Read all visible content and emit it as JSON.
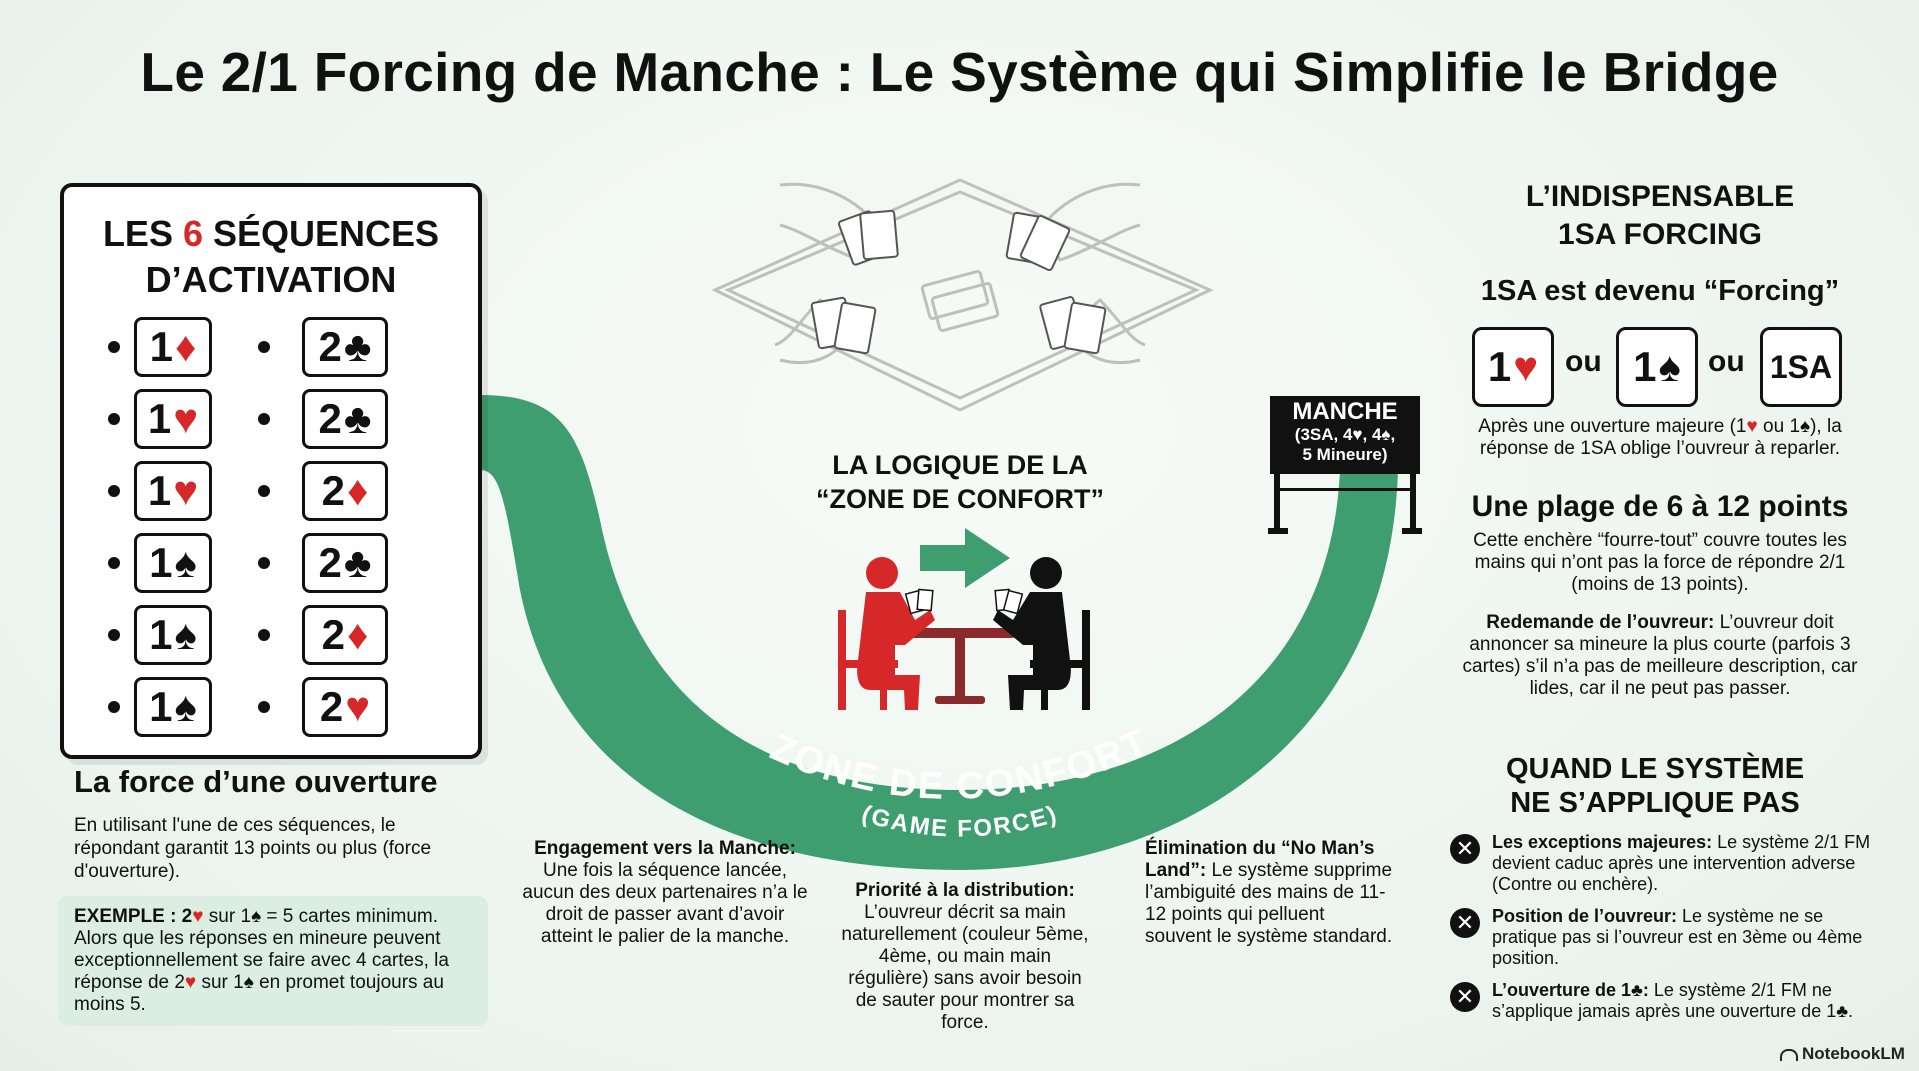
{
  "title": "Le 2/1 Forcing de Manche : Le Système qui Simplifie le Bridge",
  "left_card": {
    "title_prefix": "LES ",
    "title_number": "6",
    "title_suffix": " SÉQUENCES",
    "title_line2": "D’ACTIVATION",
    "sequences": [
      {
        "opening_level": "1",
        "opening_suit": "♦",
        "opening_color": "red",
        "response_level": "2",
        "response_suit": "♣",
        "response_color": "black"
      },
      {
        "opening_level": "1",
        "opening_suit": "♥",
        "opening_color": "red",
        "response_level": "2",
        "response_suit": "♣",
        "response_color": "black"
      },
      {
        "opening_level": "1",
        "opening_suit": "♥",
        "opening_color": "red",
        "response_level": "2",
        "response_suit": "♦",
        "response_color": "red"
      },
      {
        "opening_level": "1",
        "opening_suit": "♠",
        "opening_color": "black",
        "response_level": "2",
        "response_suit": "♣",
        "response_color": "black"
      },
      {
        "opening_level": "1",
        "opening_suit": "♠",
        "opening_color": "black",
        "response_level": "2",
        "response_suit": "♦",
        "response_color": "red"
      },
      {
        "opening_level": "1",
        "opening_suit": "♠",
        "opening_color": "black",
        "response_level": "2",
        "response_suit": "♥",
        "response_color": "red"
      }
    ]
  },
  "force": {
    "heading": "La force d’une ouverture",
    "text": "En utilisant l'une de ces séquences, le répondant garantit 13 points ou plus (force d'ouverture).",
    "example_label": "EXEMPLE : 2",
    "example_mid": " sur 1",
    "example_tail": " = 5 cartes minimum.",
    "example_line2": "Alors que les réponses en mineure peuvent exceptionnellement se faire avec 4 cartes, la réponse de 2",
    "example_mid2": " sur 1",
    "example_end": " en promet toujours au moins 5."
  },
  "center": {
    "logic_title_1": "LA LOGIQUE DE LA",
    "logic_title_2": "“ZONE DE CONFORT”",
    "zone_main": "ZONE DE CONFORT",
    "zone_sub": "(GAME FORCE)",
    "manche_sign_title": "MANCHE",
    "manche_sign_line2": "(3SA, 4♥, 4♠,",
    "manche_sign_line3": "5 Mineure)",
    "col1_bold": "Engagement vers la Manche:",
    "col1_text": "Une fois la séquence lancée, aucun des deux partenaires n’a le droit de passer avant d’avoir atteint le palier de la manche.",
    "col2_bold": "Priorité à la distribution:",
    "col2_text": "L’ouvreur décrit sa main naturellement (couleur 5ème, 4ème, ou main main régulière) sans avoir besoin de sauter pour montrer sa force.",
    "col3_bold": "Élimination du “No Man’s Land”:",
    "col3_text": "Le système supprime l’ambiguité des mains de 11-12 points qui pelluent souvent le système standard."
  },
  "right": {
    "heading_1": "L’INDISPENSABLE",
    "heading_2": "1SA FORCING",
    "subheading": "1SA est devenu “Forcing”",
    "bid1_level": "1",
    "bid1_suit": "♥",
    "ou_1": "ou",
    "bid2_level": "1",
    "bid2_suit": "♠",
    "ou_2": "ou",
    "bid3": "1SA",
    "para1_a": "Après une ouverture majeure (1",
    "para1_b": " ou 1",
    "para1_c": "), la réponse de 1SA oblige l’ouvreur à reparler.",
    "range_heading": "Une plage de 6 à 12 points",
    "range_text": "Cette enchère “fourre-tout” couvre toutes les mains qui n’ont pas la force de répondre 2/1 (moins de 13 points).",
    "rebid_bold": "Redemande de l’ouvreur:",
    "rebid_text": " L’ouvreur doit annoncer sa mineure la plus courte (parfois 3 cartes) s’il n’a pas de meilleure description, car lides, car il ne peut pas passer.",
    "when_heading_1": "QUAND LE SYSTÈME",
    "when_heading_2": "NE S’APPLIQUE PAS",
    "exceptions": [
      {
        "bold": "Les exceptions majeures:",
        "text": " Le système 2/1 FM devient caduc après une intervention adverse (Contre ou enchère)."
      },
      {
        "bold": "Position de l’ouvreur:",
        "text": " Le système ne se pratique pas si l’ouvreur est en 3ème ou 4ème position."
      },
      {
        "bold": "L’ouverture de 1♣:",
        "text": " Le système 2/1 FM ne s’applique jamais après une ouverture de 1♣."
      }
    ],
    "x_icon": "✕"
  },
  "brand": "NotebookLM",
  "colors": {
    "green": "#3f9e6f",
    "red": "#d62828",
    "dark": "#111111",
    "light_green_box": "#dceee2"
  }
}
